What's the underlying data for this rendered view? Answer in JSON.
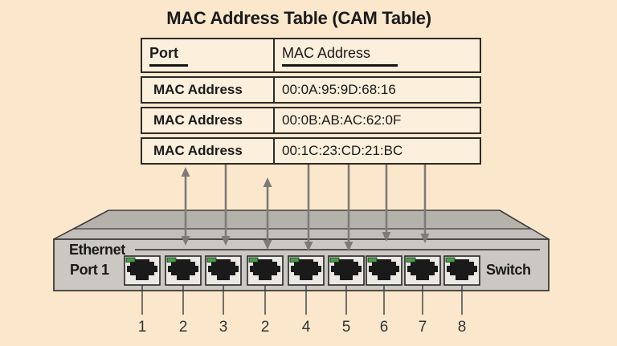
{
  "title": "MAC Address Table (CAM Table)",
  "cam_table": {
    "headers": [
      {
        "label": "Port"
      },
      {
        "label": "MAC Address"
      }
    ],
    "rows": [
      {
        "port_col": "MAC Address",
        "mac_col": "00:0A:95:9D:68:16"
      },
      {
        "port_col": "MAC Address",
        "mac_col": "00:0B:AB:AC:62:0F"
      },
      {
        "port_col": "MAC Address",
        "mac_col": "00:1C:23:CD:21:BC"
      }
    ]
  },
  "switch_device": {
    "label_top": "Ethernet",
    "label_bottom": "Port 1",
    "label_right": "Switch",
    "ports": [
      {
        "number": "1"
      },
      {
        "number": "2"
      },
      {
        "number": "3"
      },
      {
        "number": "2"
      },
      {
        "number": "4"
      },
      {
        "number": "5"
      },
      {
        "number": "6"
      },
      {
        "number": "7"
      },
      {
        "number": "8"
      }
    ]
  },
  "flow_arrows": [
    {
      "port_index": 1,
      "up_arrow": true,
      "up_tip": 208,
      "bottom_tip": 306
    },
    {
      "port_index": 2,
      "up_arrow": false,
      "bottom_tip": 306
    },
    {
      "port_index": 3,
      "up_arrow": true,
      "up_tip": 221,
      "bottom_tip": 311
    },
    {
      "port_index": 4,
      "up_arrow": false,
      "bottom_tip": 313
    },
    {
      "port_index": 5,
      "up_arrow": false,
      "bottom_tip": 313
    },
    {
      "port_index": 6,
      "up_arrow": false,
      "bottom_tip": 301
    },
    {
      "port_index": 7,
      "up_arrow": false,
      "bottom_tip": 303
    }
  ],
  "colors": {
    "background": "#FBE8CC",
    "table_fill": "#FCEFDB",
    "border": "#2E2B28",
    "arrow_gray": "#7D7B78",
    "switch_top": "#B5B2AC",
    "switch_bevel": "#C2BFBA",
    "switch_front": "#CBC8C3",
    "port_fill": "#ECE9E4",
    "rj45_black": "#1A1A1A",
    "led_green": "#4E9B4E",
    "outline": "#3F3C38",
    "text": "#1A1A1A"
  }
}
